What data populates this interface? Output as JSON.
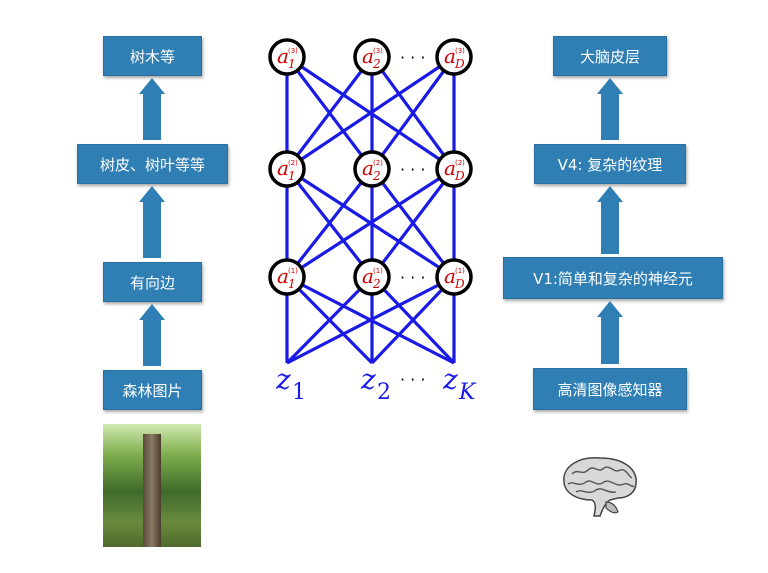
{
  "left_column": [
    "树木等",
    "树皮、树叶等等",
    "有向边",
    "森林图片"
  ],
  "right_column": [
    "大脑皮层",
    "V4: 复杂的纹理",
    "V1:简单和复杂的神经元",
    "高清图像感知器"
  ],
  "network": {
    "nodes_layer3": [
      "a",
      "a",
      "a"
    ],
    "nodes_layer2": [
      "a",
      "a",
      "a"
    ],
    "nodes_layer1": [
      "a",
      "a",
      "a"
    ],
    "node_subscripts": [
      "1",
      "2",
      "D"
    ],
    "layer_superscripts": [
      "(3)",
      "(2)",
      "(1)"
    ],
    "dots": "· · ·",
    "inputs": [
      "z",
      "z",
      "z"
    ],
    "input_subscripts": [
      "1",
      "2",
      "K"
    ],
    "colors": {
      "edge": "#1a1ae6",
      "node_label": "#d40000",
      "input": "#1a1ae6"
    }
  },
  "images": {
    "left": "forest-photo",
    "right": "brain-illustration"
  }
}
